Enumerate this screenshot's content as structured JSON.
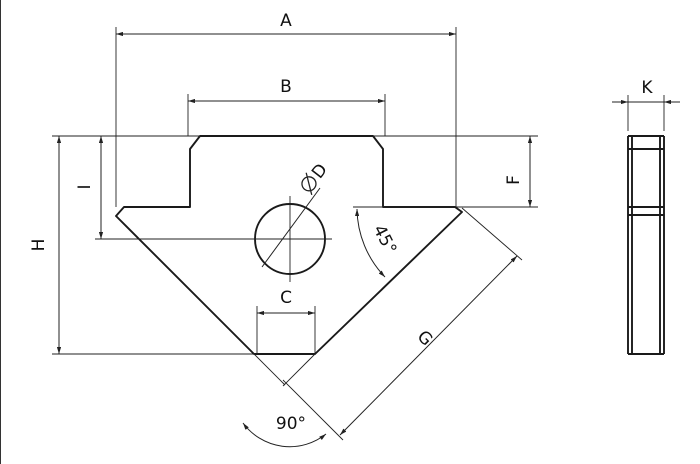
{
  "drawing": {
    "labels": {
      "a": "A",
      "b": "B",
      "c": "C",
      "d": "D",
      "f": "F",
      "g": "G",
      "h": "H",
      "i": "I",
      "k": "K",
      "angle_45": "45°",
      "angle_90": "90°"
    },
    "colors": {
      "line": "#1a1a1a",
      "background": "#ffffff"
    }
  }
}
